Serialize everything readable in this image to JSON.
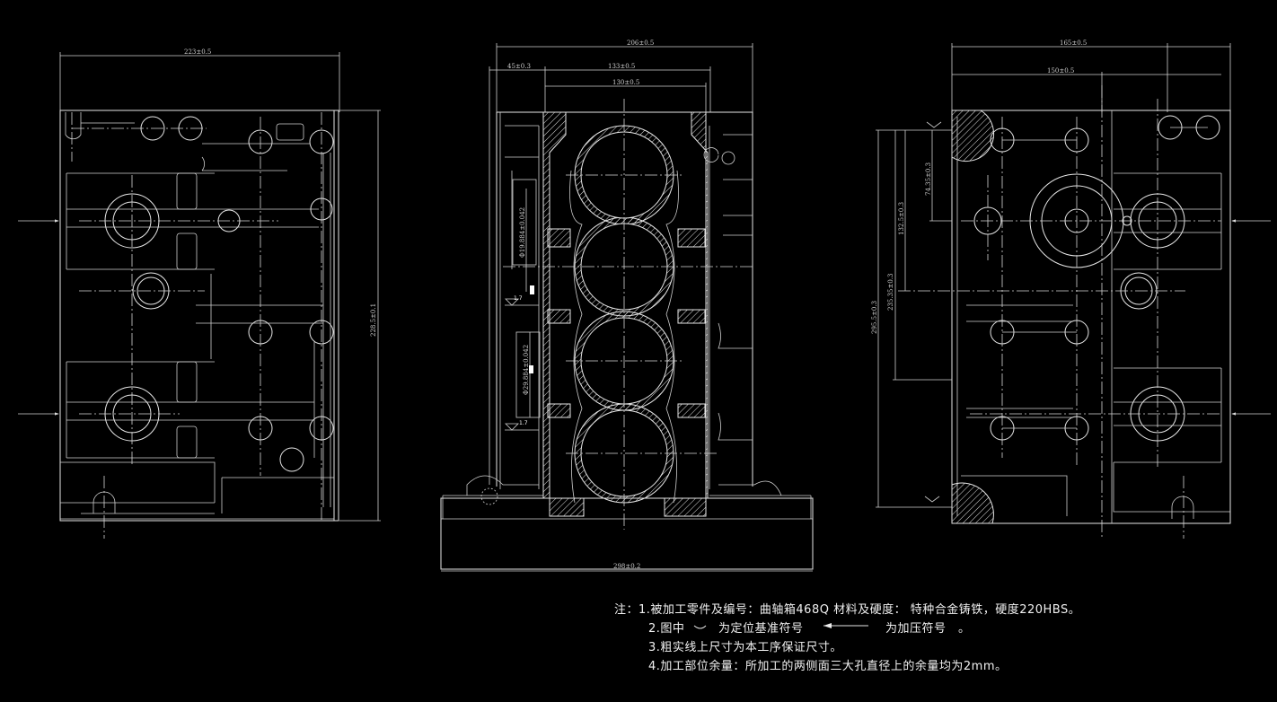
{
  "drawing": {
    "left_view": {
      "dim_width": "223±0.5",
      "dim_height": "228.5±0.1"
    },
    "center_view": {
      "dim_top_overall": "206±0.5",
      "dim_left_offset": "45±0.3",
      "dim_mid_1": "133±0.5",
      "dim_mid_2": "130±0.5",
      "dim_bottom": "298±0.2",
      "dim_bore_1": "Φ19.884±0.042",
      "dim_bore_2": "Φ29.884±0.042",
      "surface_finish_1": "1.7",
      "surface_finish_2": "1.7"
    },
    "right_view": {
      "dim_top_1": "165±0.5",
      "dim_top_2": "150±0.5",
      "dim_v_1": "74.35±0.3",
      "dim_v_2": "132.5±0.3",
      "dim_v_3": "235.35±0.3",
      "dim_v_4": "295.5±0.3"
    }
  },
  "notes": {
    "line1": "注：1.被加工零件及编号：曲轴箱468Q 材料及硬度： 特种合金铸铁，硬度220HBS。",
    "line2_a": "2.图中",
    "line2_b": "为定位基准符号",
    "line2_c": "为加压符号　。",
    "line3": "3.粗实线上尺寸为本工序保证尺寸。",
    "line4": "4.加工部位余量：所加工的两侧面三大孔直径上的余量均为2mm。"
  },
  "colors": {
    "background": "#000000",
    "linework": "#e6e6e6"
  }
}
